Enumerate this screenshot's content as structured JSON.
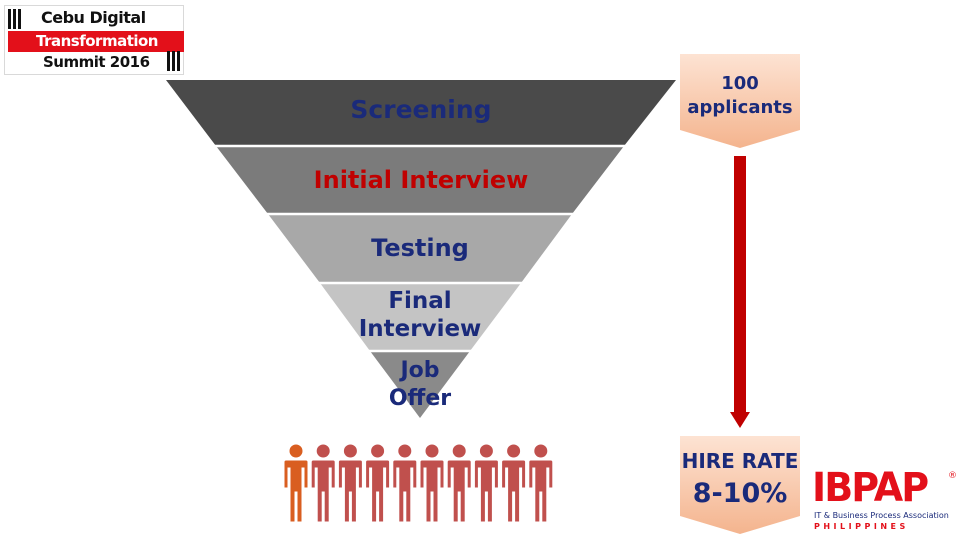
{
  "logo": {
    "line1": "Cebu Digital",
    "line2": "Transformation",
    "line3": "Summit 2016"
  },
  "funnel": {
    "stages": [
      {
        "label": "Screening",
        "color": "#1a2a7a"
      },
      {
        "label": "Initial Interview",
        "color": "#c00000"
      },
      {
        "label": "Testing",
        "color": "#1a2a7a"
      },
      {
        "label": "Final Interview",
        "color": "#1a2a7a"
      },
      {
        "label": "Job Offer",
        "color": "#1a2a7a"
      }
    ]
  },
  "applicants": {
    "line1": "100",
    "line2": "applicants"
  },
  "hire": {
    "label": "HIRE RATE",
    "value": "8-10%"
  },
  "people": {
    "highlight_count": 1,
    "highlight_color": "#d95e20",
    "rest_color": "#c0504d",
    "total": 10
  },
  "ibpap": {
    "name": "IBPAP",
    "reg": "®",
    "subtitle": "IT & Business Process Association",
    "country": "PHILIPPINES"
  },
  "colors": {
    "badge": "#f6c6a8",
    "arrow": "#c00000"
  }
}
